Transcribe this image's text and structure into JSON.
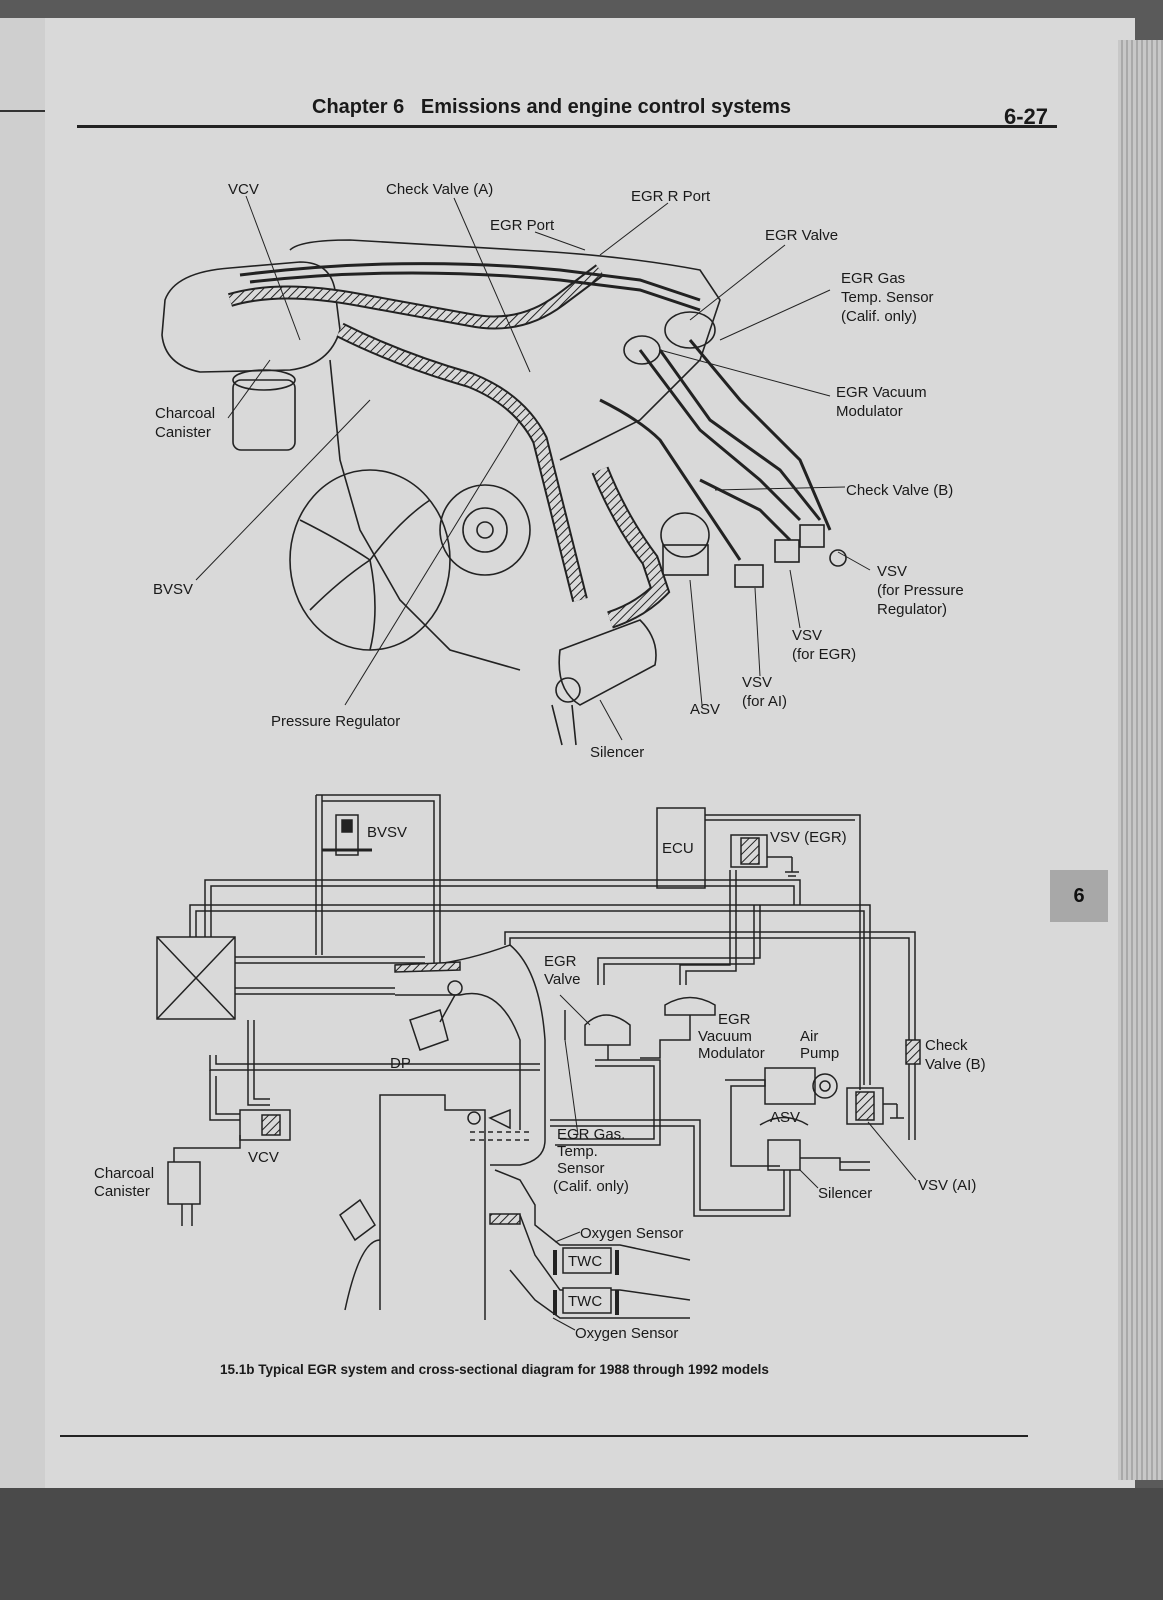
{
  "header": {
    "title": "Chapter 6   Emissions and engine control systems",
    "page_number": "6-27"
  },
  "side_tab": "6",
  "caption": "15.1b  Typical EGR system and cross-sectional diagram for 1988 through 1992 models",
  "top_figure": {
    "labels": {
      "vcv": "VCV",
      "check_valve_a": "Check Valve (A)",
      "egr_r_port": "EGR R Port",
      "egr_port": "EGR Port",
      "egr_valve": "EGR Valve",
      "egr_gas_sensor_1": "EGR Gas",
      "egr_gas_sensor_2": "Temp. Sensor",
      "egr_gas_sensor_3": "(Calif. only)",
      "egr_vacuum_modulator_1": "EGR Vacuum",
      "egr_vacuum_modulator_2": "Modulator",
      "charcoal_canister_1": "Charcoal",
      "charcoal_canister_2": "Canister",
      "check_valve_b": "Check Valve (B)",
      "bvsv": "BVSV",
      "vsv_pressure_1": "VSV",
      "vsv_pressure_2": "(for Pressure",
      "vsv_pressure_3": "Regulator)",
      "vsv_egr_1": "VSV",
      "vsv_egr_2": "(for EGR)",
      "vsv_ai_1": "VSV",
      "vsv_ai_2": "(for AI)",
      "asv": "ASV",
      "pressure_regulator": "Pressure Regulator",
      "silencer": "Silencer"
    }
  },
  "bottom_figure": {
    "labels": {
      "bvsv": "BVSV",
      "ecu": "ECU",
      "vsv_egr": "VSV (EGR)",
      "egr_valve_1": "EGR",
      "egr_valve_2": "Valve",
      "egr_mod_1": "EGR",
      "egr_mod_2": "Vacuum",
      "egr_mod_3": "Modulator",
      "air_pump_1": "Air",
      "air_pump_2": "Pump",
      "check_valve_b_1": "Check",
      "check_valve_b_2": "Valve (B)",
      "dp": "DP",
      "asv": "ASV",
      "vcv": "VCV",
      "charcoal_canister_1": "Charcoal",
      "charcoal_canister_2": "Canister",
      "egr_gas_1": "EGR Gas.",
      "egr_gas_2": "Temp.",
      "egr_gas_3": "Sensor",
      "egr_gas_4": "(Calif. only)",
      "silencer": "Silencer",
      "vsv_ai": "VSV (AI)",
      "oxygen_sensor_top": "Oxygen Sensor",
      "twc_1": "TWC",
      "twc_2": "TWC",
      "oxygen_sensor_bottom": "Oxygen Sensor"
    }
  }
}
